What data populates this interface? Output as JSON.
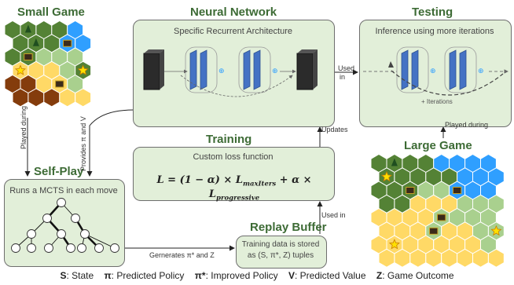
{
  "titles": {
    "small_game": "Small Game",
    "neural_network": "Neural Network",
    "testing": "Testing",
    "training": "Training",
    "large_game": "Large Game",
    "self_play": "Self-Play",
    "replay_buffer": "Replay Buffer"
  },
  "boxes": {
    "nn_subtitle": "Specific Recurrent Architecture",
    "testing_subtitle": "Inference using more iterations",
    "training_subtitle": "Custom loss function",
    "self_play_subtitle": "Runs a MCTS in each move",
    "replay_line1": "Training data is stored",
    "replay_line2": "as (S, π*, Z) tuples",
    "iterations_label": "+ Iterations"
  },
  "formula": {
    "lhs": "L = (1 − α) × L",
    "sub1": "maxIters",
    "mid": " + α × L",
    "sub2": "progressive"
  },
  "arrows": {
    "used_in_a": "Used",
    "used_in_b": "in",
    "updates": "Updates",
    "played_during_right": "Played during",
    "used_in_buffer": "Used in",
    "played_during_left": "Played during",
    "provides": "Provides π and V",
    "generates": "Gernerates π* and Z"
  },
  "legend": [
    {
      "key": "S",
      "text": ": State"
    },
    {
      "key": "π",
      "text": ": Predicted Policy"
    },
    {
      "key": "π*",
      "text": ": Improved Policy"
    },
    {
      "key": "V",
      "text": ": Predicted Value"
    },
    {
      "key": "Z",
      "text": ": Game Outcome"
    }
  ],
  "colors": {
    "box_fill": "#e2efd9",
    "title_green": "#3d6b35",
    "hex_dark_green": "#548235",
    "hex_light_green": "#a9d08e",
    "hex_yellow": "#ffd966",
    "hex_brown": "#843c0c",
    "hex_blue": "#2f9fff",
    "highlight": "#2aa3c7"
  },
  "board_small": {
    "rows": [
      "GgGGB",
      "GGGBB",
      "GGLLL",
      "YYYLG",
      "NNYYL",
      "NNNYY"
    ],
    "stars": [
      [
        3,
        0
      ],
      [
        3,
        4
      ]
    ],
    "trees": [
      [
        0,
        1
      ],
      [
        1,
        1
      ]
    ],
    "chests": [
      [
        2,
        1
      ],
      [
        1,
        3
      ],
      [
        4,
        3
      ]
    ]
  },
  "board_large": {
    "rows": [
      "GgGGBBBB",
      "GGGGGBBB",
      "GGGLLBBB",
      "GGYYYLLL",
      "YYYYLLLL",
      "YYYLYYLL",
      "YYYYYYYL",
      "YYYYYYYY"
    ],
    "stars": [
      [
        1,
        0
      ],
      [
        6,
        1
      ],
      [
        5,
        7
      ]
    ],
    "trees": [
      [
        0,
        1
      ]
    ],
    "chests": [
      [
        2,
        2
      ],
      [
        4,
        4
      ],
      [
        2,
        5
      ],
      [
        5,
        3
      ]
    ]
  }
}
